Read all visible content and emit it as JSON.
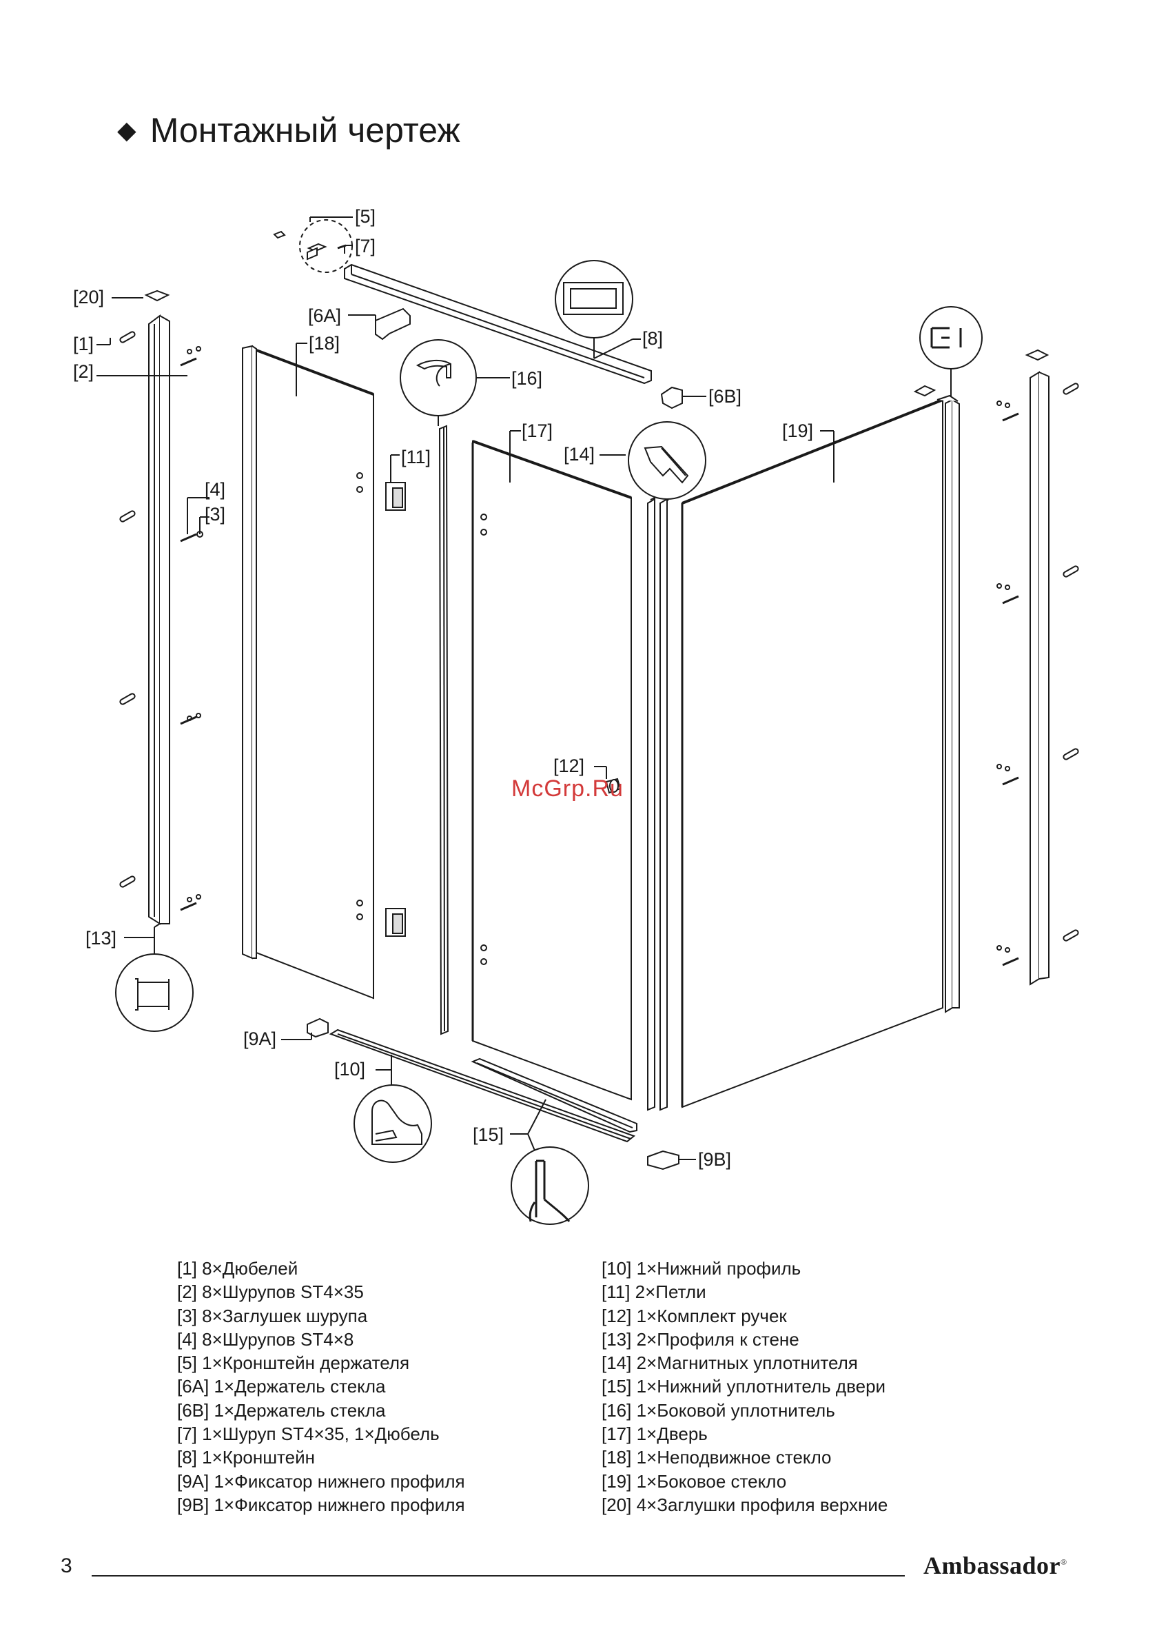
{
  "header": {
    "bullet": "◆",
    "title": "Монтажный чертеж"
  },
  "watermark": "McGrp.Ru",
  "callouts": {
    "c1": "[1]",
    "c2": "[2]",
    "c3": "[3]",
    "c4": "[4]",
    "c5": "[5]",
    "c6a": "[6A]",
    "c6b": "[6B]",
    "c7": "[7]",
    "c8": "[8]",
    "c9a": "[9A]",
    "c9b": "[9B]",
    "c10": "[10]",
    "c11": "[11]",
    "c12": "[12]",
    "c13": "[13]",
    "c14": "[14]",
    "c15": "[15]",
    "c16": "[16]",
    "c17": "[17]",
    "c18": "[18]",
    "c19": "[19]",
    "c20": "[20]"
  },
  "parts_left": [
    "[1] 8×Дюбелей",
    "[2] 8×Шурупов ST4×35",
    "[3] 8×Заглушек шурупа",
    "[4] 8×Шурупов ST4×8",
    "[5] 1×Кронштейн держателя",
    "[6A] 1×Держатель стекла",
    "[6B] 1×Держатель стекла",
    "[7] 1×Шуруп ST4×35, 1×Дюбель",
    "[8] 1×Кронштейн",
    "[9A] 1×Фиксатор нижнего профиля",
    "[9B] 1×Фиксатор нижнего профиля"
  ],
  "parts_right": [
    "[10] 1×Нижний профиль",
    "[11] 2×Петли",
    "[12] 1×Комплект ручек",
    "[13] 2×Профиля к стене",
    "[14] 2×Магнитных уплотнителя",
    "[15] 1×Нижний уплотнитель двери",
    "[16] 1×Боковой уплотнитель",
    "[17] 1×Дверь",
    "[18] 1×Неподвижное стекло",
    "[19] 1×Боковое стекло",
    "[20] 4×Заглушки профиля верхние"
  ],
  "footer": {
    "page_number": "3",
    "brand": "Ambassador",
    "brand_mark": "®"
  }
}
